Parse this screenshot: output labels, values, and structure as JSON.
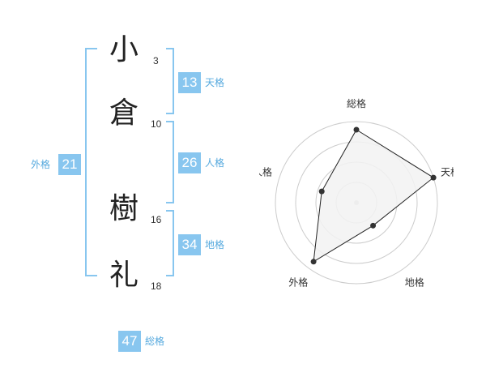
{
  "name": {
    "chars": [
      {
        "char": "小",
        "strokes": "3"
      },
      {
        "char": "倉",
        "strokes": "10"
      },
      {
        "char": "樹",
        "strokes": "16"
      },
      {
        "char": "礼",
        "strokes": "18"
      }
    ]
  },
  "fortunes": {
    "tenkaku": {
      "value": "13",
      "label": "天格"
    },
    "jinkaku": {
      "value": "26",
      "label": "人格"
    },
    "chikaku": {
      "value": "34",
      "label": "地格"
    },
    "gaikaku": {
      "value": "21",
      "label": "外格"
    },
    "soukaku": {
      "value": "47",
      "label": "総格"
    }
  },
  "colors": {
    "accent": "#88c6ef",
    "label": "#55a9de",
    "bracket": "#88c6ef",
    "radar_fill": "#f2f2f2",
    "radar_grid": "#cccccc",
    "point": "#333333"
  },
  "chart_data": {
    "type": "radar",
    "axes": [
      "総格",
      "天格",
      "地格",
      "外格",
      "人格"
    ],
    "values": [
      0.9,
      1.0,
      0.35,
      0.9,
      0.45
    ],
    "rings": 4,
    "range": [
      0,
      1
    ]
  }
}
